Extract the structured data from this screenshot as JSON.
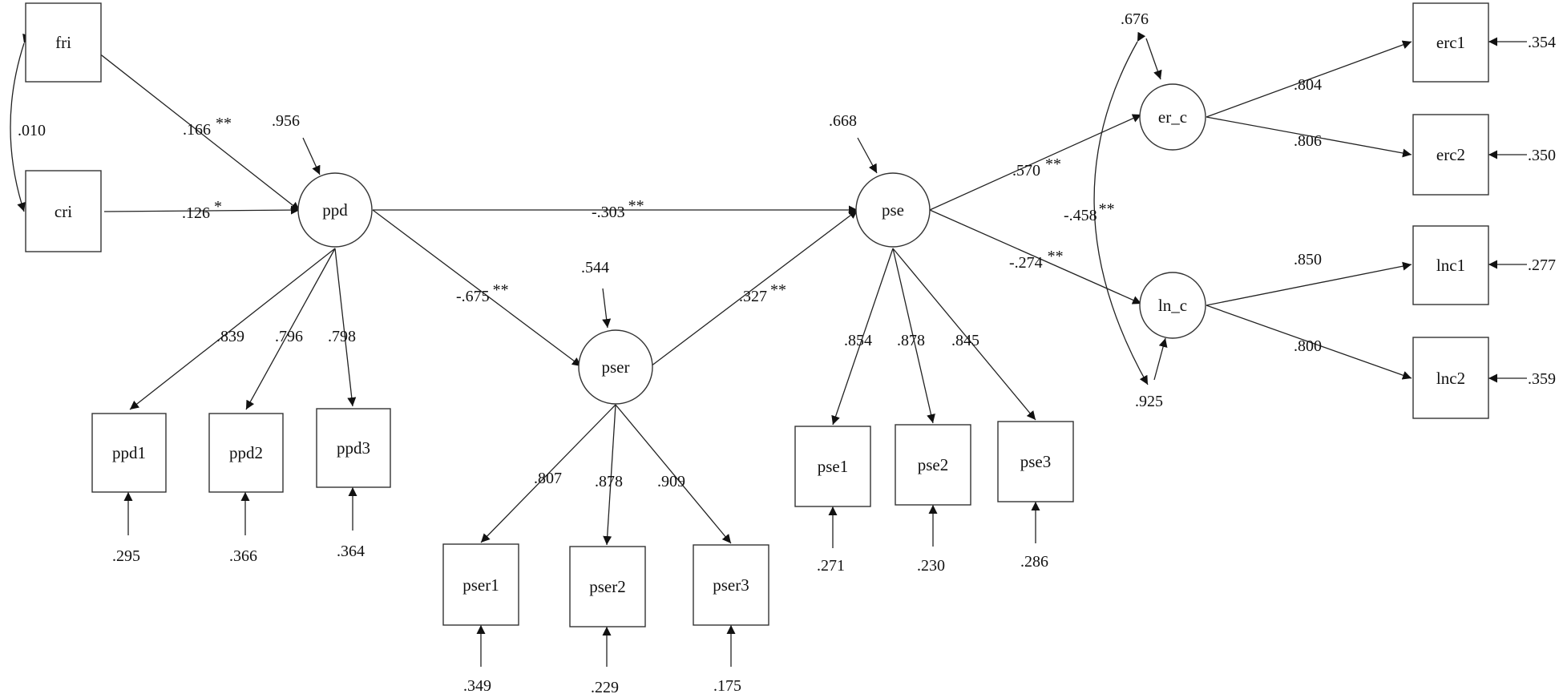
{
  "nodes": {
    "fri": {
      "label": "fri"
    },
    "cri": {
      "label": "cri"
    },
    "ppd": {
      "label": "ppd"
    },
    "pser": {
      "label": "pser"
    },
    "pse": {
      "label": "pse"
    },
    "er_c": {
      "label": "er_c"
    },
    "ln_c": {
      "label": "ln_c"
    },
    "ppd1": {
      "label": "ppd1"
    },
    "ppd2": {
      "label": "ppd2"
    },
    "ppd3": {
      "label": "ppd3"
    },
    "pser1": {
      "label": "pser1"
    },
    "pser2": {
      "label": "pser2"
    },
    "pser3": {
      "label": "pser3"
    },
    "pse1": {
      "label": "pse1"
    },
    "pse2": {
      "label": "pse2"
    },
    "pse3": {
      "label": "pse3"
    },
    "erc1": {
      "label": "erc1"
    },
    "erc2": {
      "label": "erc2"
    },
    "lnc1": {
      "label": "lnc1"
    },
    "lnc2": {
      "label": "lnc2"
    }
  },
  "paths": {
    "fri_ppd": {
      "value": ".166",
      "sig": "**"
    },
    "cri_ppd": {
      "value": ".126",
      "sig": "*"
    },
    "ppd_pse": {
      "value": "-.303",
      "sig": "**"
    },
    "ppd_pser": {
      "value": "-.675",
      "sig": "**"
    },
    "pser_pse": {
      "value": ".327",
      "sig": "**"
    },
    "pse_erc": {
      "value": ".570",
      "sig": "**"
    },
    "pse_lnc": {
      "value": "-.274",
      "sig": "**"
    },
    "fri_cri": {
      "value": ".010",
      "sig": ""
    },
    "erc_lnc": {
      "value": "-.458",
      "sig": "**"
    }
  },
  "loadings": {
    "ppd1": ".839",
    "ppd2": ".796",
    "ppd3": ".798",
    "pser1": ".807",
    "pser2": ".878",
    "pser3": ".909",
    "pse1": ".854",
    "pse2": ".878",
    "pse3": ".845",
    "erc1": ".804",
    "erc2": ".806",
    "lnc1": ".850",
    "lnc2": ".800"
  },
  "errors": {
    "ppd": ".956",
    "pser": ".544",
    "pse": ".668",
    "er_c": ".676",
    "ln_c": ".925",
    "ppd1": ".295",
    "ppd2": ".366",
    "ppd3": ".364",
    "pser1": ".349",
    "pser2": ".229",
    "pser3": ".175",
    "pse1": ".271",
    "pse2": ".230",
    "pse3": ".286",
    "erc1": ".354",
    "erc2": ".350",
    "lnc1": ".277",
    "lnc2": ".359"
  }
}
